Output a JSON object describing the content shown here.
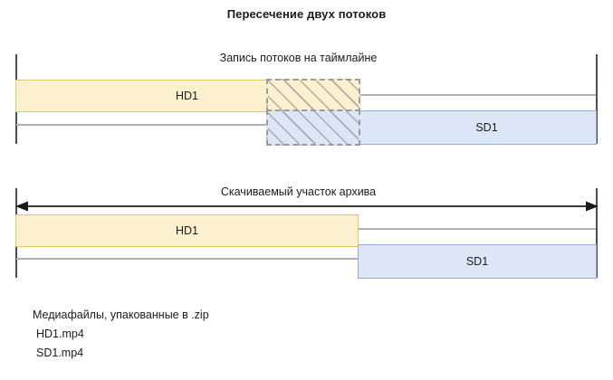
{
  "title": "Пересечение двух потоков",
  "sections": {
    "timeline": {
      "caption": "Запись потоков на таймлайне",
      "hd_label": "HD1",
      "sd_label": "SD1"
    },
    "download": {
      "caption": "Скачиваемый участок архива",
      "hd_label": "HD1",
      "sd_label": "SD1"
    }
  },
  "arrow": {
    "name": "download-range-double-arrow"
  },
  "files": {
    "heading": "Медиафайлы, упакованные в .zip",
    "items": [
      "HD1.mp4",
      "SD1.mp4"
    ]
  },
  "colors": {
    "hd_fill": "#fdf0ce",
    "hd_border": "#e5c567",
    "sd_fill": "#dce6f6",
    "sd_border": "#8eaed8",
    "overlap_border": "#9b9b9b",
    "rule": "#4d4d4d",
    "track_rule": "#b0b0b0",
    "text": "#1b1b1b"
  }
}
